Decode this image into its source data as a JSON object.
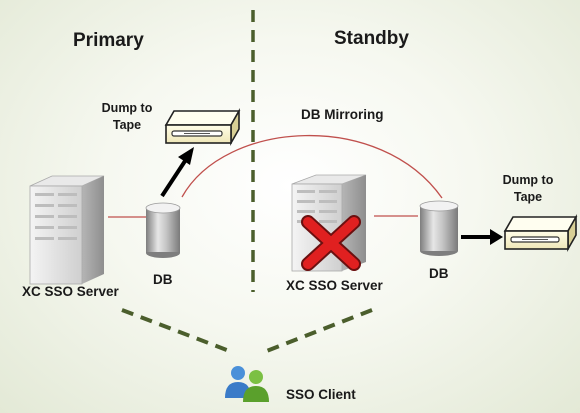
{
  "sections": {
    "primary": "Primary",
    "standby": "Standby"
  },
  "labels": {
    "mirroring": "DB Mirroring",
    "primary_server": "XC SSO Server",
    "standby_server": "XC SSO Server",
    "primary_db": "DB",
    "standby_db": "DB",
    "primary_tape": "Dump to Tape",
    "standby_tape": "Dump to Tape",
    "client": "SSO Client"
  },
  "icons": [
    "server-icon",
    "database-icon",
    "tape-drive-icon",
    "failure-x-icon",
    "users-icon"
  ],
  "colors": {
    "divider": "#4b5e2c",
    "link": "#c0504d",
    "failure": "#e02020",
    "arrow": "#000000"
  }
}
